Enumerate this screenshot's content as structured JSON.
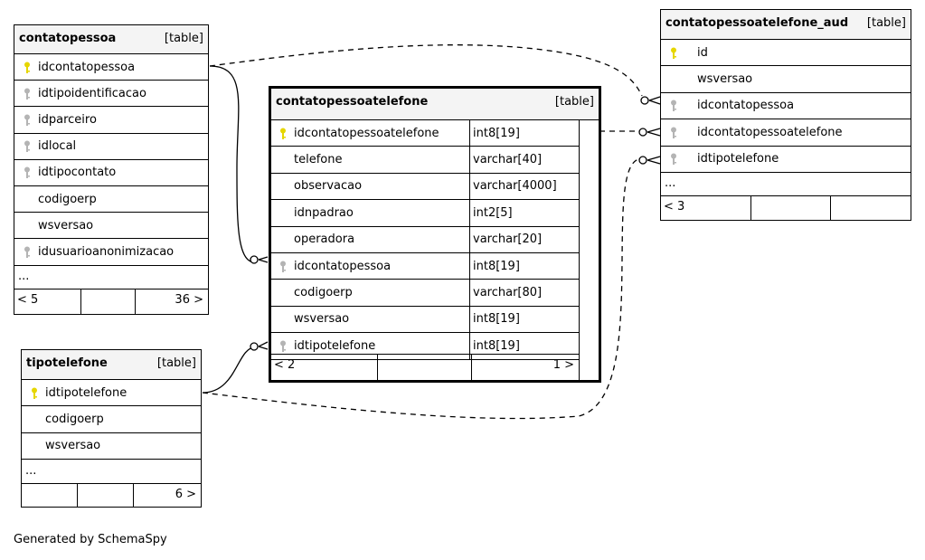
{
  "tables": {
    "contatopessoa": {
      "name": "contatopessoa",
      "type": "[table]",
      "columns": [
        {
          "name": "idcontatopessoa",
          "key": "primary"
        },
        {
          "name": "idtipoidentificacao",
          "key": "foreign"
        },
        {
          "name": "idparceiro",
          "key": "foreign"
        },
        {
          "name": "idlocal",
          "key": "foreign"
        },
        {
          "name": "idtipocontato",
          "key": "foreign"
        },
        {
          "name": "codigoerp",
          "key": "none"
        },
        {
          "name": "wsversao",
          "key": "none"
        },
        {
          "name": "idusuarioanonimizacao",
          "key": "foreign"
        }
      ],
      "ellipsis": "...",
      "footer": {
        "left": "< 5",
        "right": "36 >"
      }
    },
    "tipotelefone": {
      "name": "tipotelefone",
      "type": "[table]",
      "columns": [
        {
          "name": "idtipotelefone",
          "key": "primary"
        },
        {
          "name": "codigoerp",
          "key": "none"
        },
        {
          "name": "wsversao",
          "key": "none"
        }
      ],
      "ellipsis": "...",
      "footer": {
        "left": "",
        "right": "6 >"
      }
    },
    "contatopessoatelefone": {
      "name": "contatopessoatelefone",
      "type": "[table]",
      "columns": [
        {
          "name": "idcontatopessoatelefone",
          "dtype": "int8[19]",
          "key": "primary"
        },
        {
          "name": "telefone",
          "dtype": "varchar[40]",
          "key": "none"
        },
        {
          "name": "observacao",
          "dtype": "varchar[4000]",
          "key": "none"
        },
        {
          "name": "idnpadrao",
          "dtype": "int2[5]",
          "key": "none"
        },
        {
          "name": "operadora",
          "dtype": "varchar[20]",
          "key": "none"
        },
        {
          "name": "idcontatopessoa",
          "dtype": "int8[19]",
          "key": "foreign"
        },
        {
          "name": "codigoerp",
          "dtype": "varchar[80]",
          "key": "none"
        },
        {
          "name": "wsversao",
          "dtype": "int8[19]",
          "key": "none"
        },
        {
          "name": "idtipotelefone",
          "dtype": "int8[19]",
          "key": "foreign"
        }
      ],
      "footer": {
        "left": "< 2",
        "right": "1 >"
      }
    },
    "contatopessoatelefone_aud": {
      "name": "contatopessoatelefone_aud",
      "type": "[table]",
      "columns": [
        {
          "name": "id",
          "key": "primary"
        },
        {
          "name": "wsversao",
          "key": "none"
        },
        {
          "name": "idcontatopessoa",
          "key": "foreign"
        },
        {
          "name": "idcontatopessoatelefone",
          "key": "foreign"
        },
        {
          "name": "idtipotelefone",
          "key": "foreign"
        }
      ],
      "ellipsis": "...",
      "footer": {
        "left": "< 3",
        "right": ""
      }
    }
  },
  "colors": {
    "primary_key": "#e6d600",
    "foreign_key": "#b4b4b4",
    "header_bg": "#f4f4f4"
  },
  "generated_by": "Generated by SchemaSpy"
}
